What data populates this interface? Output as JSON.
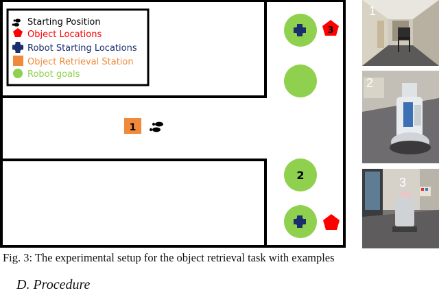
{
  "legend": {
    "items": [
      {
        "label": "Starting Position",
        "color": "#000000",
        "icon": "footprints-icon"
      },
      {
        "label": "Object Locations",
        "color": "#ff0000",
        "icon": "pentagon-icon"
      },
      {
        "label": "Robot Starting Locations",
        "color": "#1a2e6e",
        "icon": "cross-icon"
      },
      {
        "label": "Object Retrieval Station",
        "color": "#f08a3a",
        "icon": "square-icon"
      },
      {
        "label": "Robot goals",
        "color": "#8fd14f",
        "icon": "circle-icon"
      }
    ]
  },
  "map": {
    "station_label": "1",
    "goal_label": "2",
    "object_label": "3"
  },
  "photos": [
    {
      "number": "1",
      "description": "hallway with chair"
    },
    {
      "number": "2",
      "description": "robot in hallway"
    },
    {
      "number": "3",
      "description": "robot near door"
    }
  ],
  "caption": "Fig. 3: The experimental setup for the object retrieval task with examples",
  "section_heading": "D.  Procedure",
  "colors": {
    "goal": "#8fd14f",
    "robot_start": "#1a2e6e",
    "object": "#ff0000",
    "station": "#f08a3a"
  }
}
